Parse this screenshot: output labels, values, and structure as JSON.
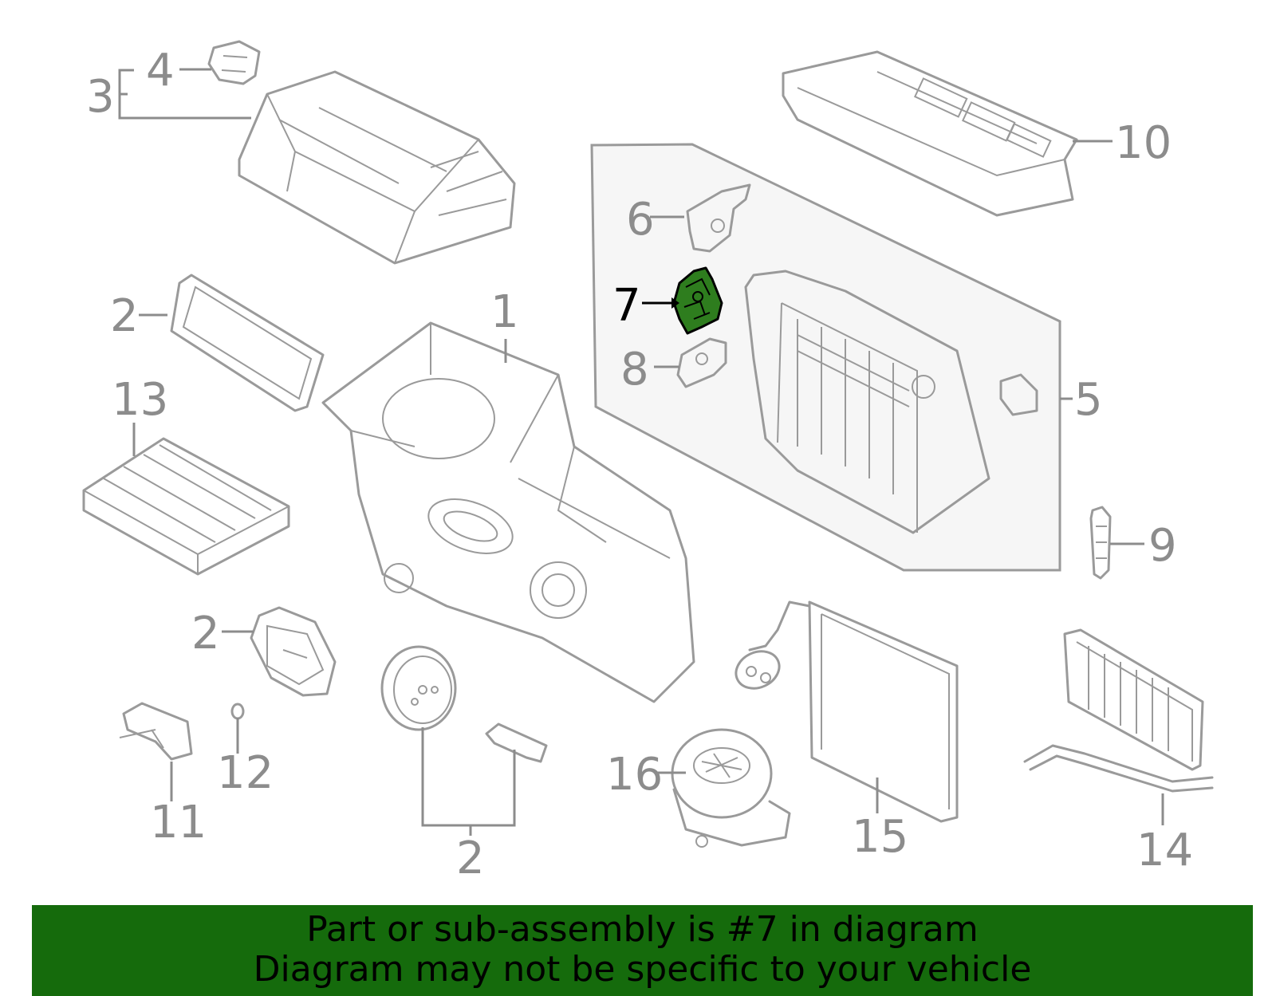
{
  "colors": {
    "line": "#9a9a9a",
    "highlight_part": "#2e7d1e",
    "highlight_label": "#000000",
    "group_box": "#f6f6f6",
    "banner_bg": "#156b0c"
  },
  "callouts": {
    "c1": "1",
    "c2a": "2",
    "c2b": "2",
    "c2c": "2",
    "c3": "3",
    "c4": "4",
    "c5": "5",
    "c6": "6",
    "c7": "7",
    "c8": "8",
    "c9": "9",
    "c10": "10",
    "c11": "11",
    "c12": "12",
    "c13": "13",
    "c14": "14",
    "c15": "15",
    "c16": "16"
  },
  "highlighted_callout": "7",
  "banner": {
    "line1": "Part or sub-assembly is #7 in diagram",
    "line2": "Diagram may not be specific to your vehicle"
  }
}
